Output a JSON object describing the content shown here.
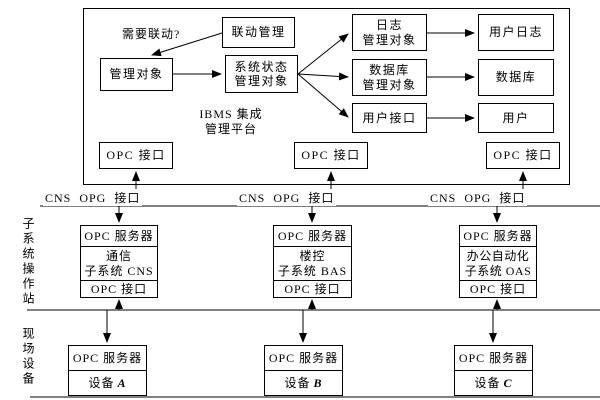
{
  "platform": {
    "title_lines": [
      "IBMS 集成",
      "管理平台"
    ],
    "question": "需要联动?",
    "boxes": {
      "linkage": {
        "label": "联动管理"
      },
      "mgmt_obj": {
        "label": "管理对象"
      },
      "sys_status": {
        "lines": [
          "系统状态",
          "管理对象"
        ]
      },
      "log_mgr": {
        "lines": [
          "日志",
          "管理对象"
        ]
      },
      "db_mgr": {
        "lines": [
          "数据库",
          "管理对象"
        ]
      },
      "user_if": {
        "label": "用户接口"
      },
      "user_log": {
        "label": "用户日志"
      },
      "database": {
        "label": "数据库"
      },
      "user": {
        "label": "用户"
      },
      "opc_if": {
        "label": "OPC 接口"
      }
    }
  },
  "bus": {
    "labels": [
      "CNS OPG 接口",
      "CNS OPG 接口",
      "CNS OPG 接口"
    ]
  },
  "layers": {
    "subsystem_label": "子系统操作站",
    "field_label": "现场设备"
  },
  "subsystems": [
    {
      "server": "OPC 服务器",
      "lines": [
        "通信",
        "子系统 CNS"
      ],
      "interface": "OPC 接口"
    },
    {
      "server": "OPC 服务器",
      "lines": [
        "楼控",
        "子系统 BAS"
      ],
      "interface": "OPC 接口"
    },
    {
      "server": "OPC 服务器",
      "lines": [
        "办公自动化",
        "子系统 OAS"
      ],
      "interface": "OPC 接口"
    }
  ],
  "devices": [
    {
      "server": "OPC 服务器",
      "label": "设备",
      "letter": "A"
    },
    {
      "server": "OPC 服务器",
      "label": "设备",
      "letter": "B"
    },
    {
      "server": "OPC 服务器",
      "label": "设备",
      "letter": "C"
    }
  ],
  "colors": {
    "line": "#000000",
    "background": "#ffffff"
  }
}
